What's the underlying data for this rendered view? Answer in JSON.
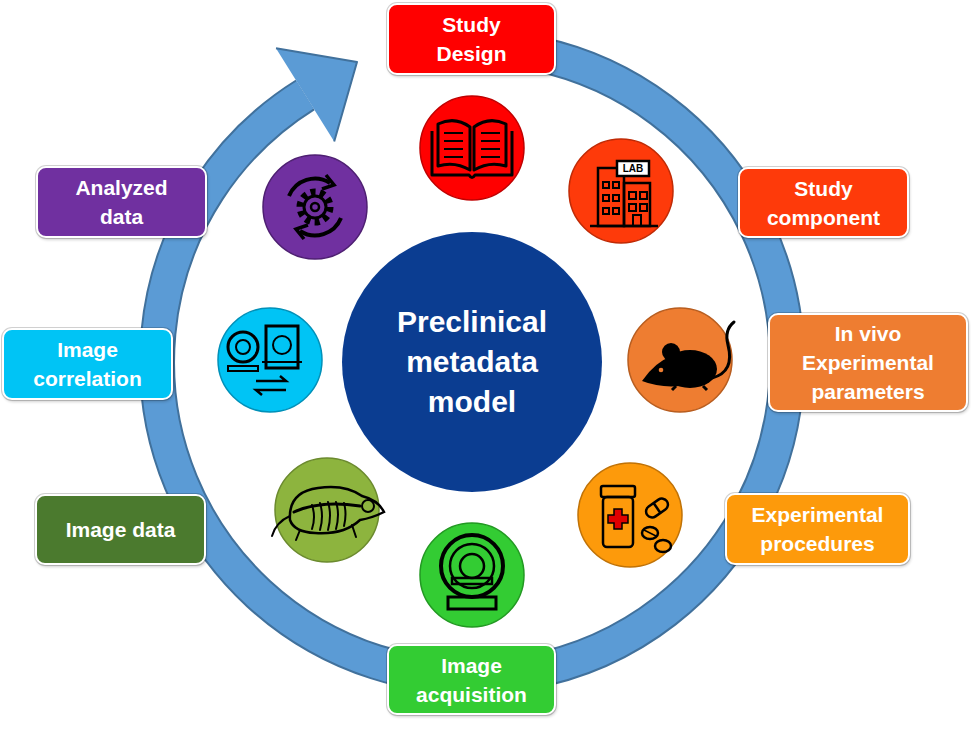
{
  "diagram": {
    "nodes": [
      {
        "text": [
          "Preclinical metadata model"
        ]
      },
      {
        "text": [
          "Study Design"
        ]
      },
      {
        "text": [
          "Study component"
        ]
      },
      {
        "text": [
          "In vivo Experimental parameters"
        ]
      },
      {
        "text": [
          "Experimental procedures"
        ]
      },
      {
        "text": [
          "Image acquisition"
        ]
      },
      {
        "text": [
          "Image data"
        ]
      },
      {
        "text": [
          "Image correlation"
        ]
      },
      {
        "text": [
          "Analyzed data"
        ]
      }
    ],
    "labels": [
      "LAB"
    ]
  }
}
